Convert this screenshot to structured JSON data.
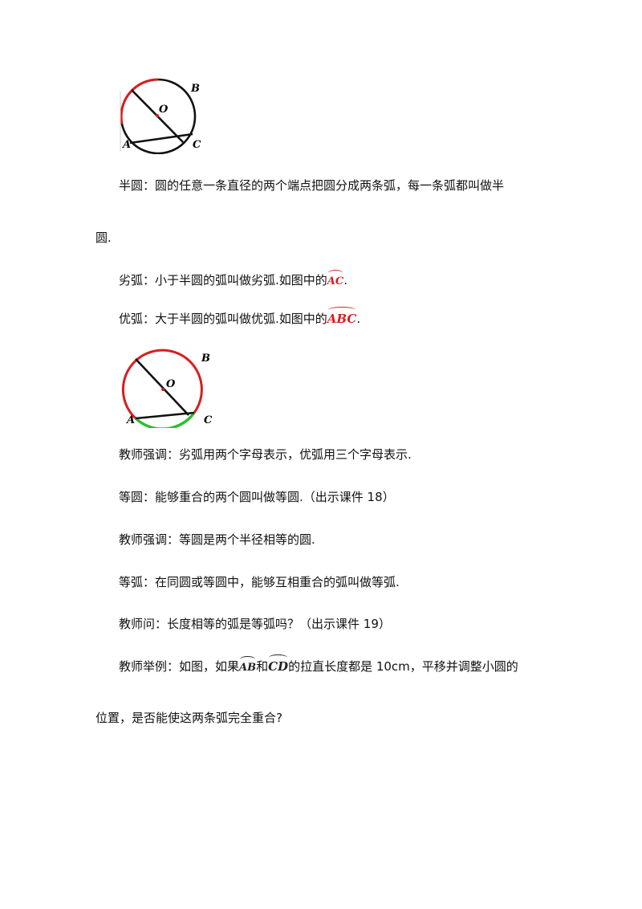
{
  "figure1": {
    "labels": {
      "b": "B",
      "o": "O",
      "a": "A",
      "c": "C"
    }
  },
  "figure2": {
    "labels": {
      "b": "B",
      "o": "O",
      "a": "A",
      "c": "C"
    }
  },
  "p1": {
    "prefix": "半圆：圆的任意一条直径的两个端点把圆分成两条弧，每一条弧都叫做半",
    "cont": "圆."
  },
  "p2": {
    "prefix": "劣弧：小于半圆的弧叫做劣弧.如图中的",
    "arc": "AC",
    "suffix": "."
  },
  "p3": {
    "prefix": "优弧：大于半圆的弧叫做优弧.如图中的",
    "arc": "ABC",
    "suffix": "."
  },
  "p4": {
    "text": "教师强调：劣弧用两个字母表示，优弧用三个字母表示."
  },
  "p5": {
    "text": "等圆：能够重合的两个圆叫做等圆.（出示课件 18）"
  },
  "p6": {
    "text": "教师强调：等圆是两个半径相等的圆."
  },
  "p7": {
    "text": "等弧：在同圆或等圆中，能够互相重合的弧叫做等弧."
  },
  "p8": {
    "text": "教师问：长度相等的弧是等弧吗？（出示课件 19）"
  },
  "p9": {
    "prefix": "教师举例：如图，如果",
    "arc1": "AB",
    "mid": "和",
    "arc2": "CD",
    "suffix": "的拉直长度都是 10cm，平移并调整小圆的",
    "cont": "位置，是否能使这两条弧完全重合?"
  },
  "colors": {
    "arc_red": "#d81e1e",
    "arc_green": "#2bbf2b",
    "text": "#111111"
  }
}
